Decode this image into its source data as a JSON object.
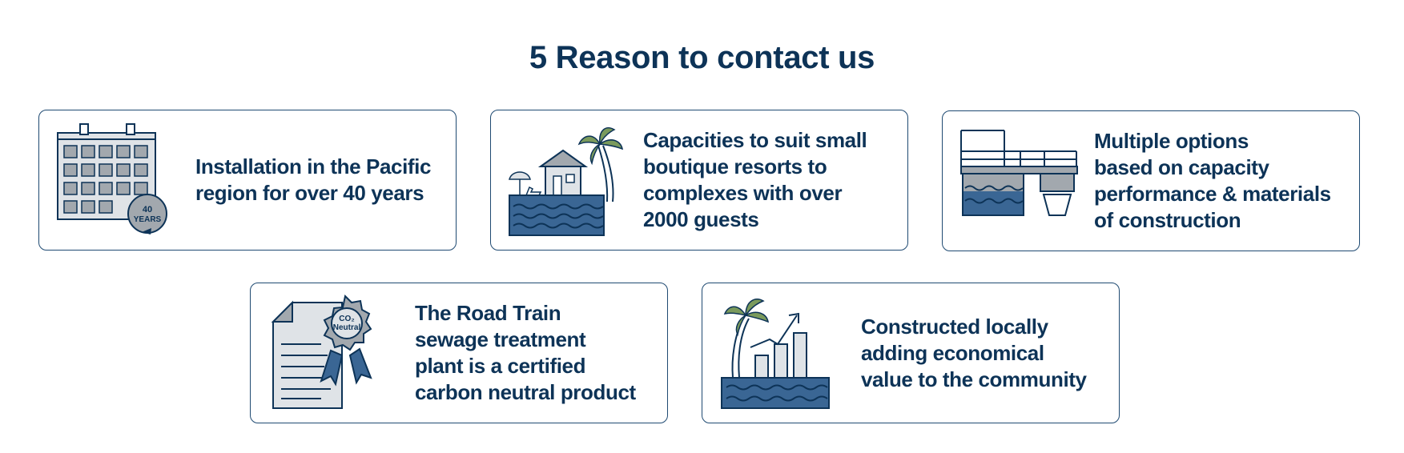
{
  "heading": "5 Reason to contact us",
  "colors": {
    "navy": "#0d3357",
    "blue": "#3a6694",
    "grey": "#a2a8ae",
    "light_grey": "#dfe3e7",
    "green": "#7a9a5c"
  },
  "cards": [
    {
      "icon": "calendar-40-years-icon",
      "text": "Installation in the Pacific\nregion for over 40 years",
      "badge_number": "40",
      "badge_label": "YEARS"
    },
    {
      "icon": "resort-house-icon",
      "text": "Capacities to suit small\nboutique resorts to\ncomplexes with over\n2000 guests"
    },
    {
      "icon": "treatment-plant-icon",
      "text": "Multiple options\nbased on capacity\nperformance & materials\nof construction"
    },
    {
      "icon": "co2-neutral-certificate-icon",
      "text": "The Road Train\nsewage treatment\nplant is a certified\ncarbon neutral product",
      "seal_line1": "CO₂",
      "seal_line2": "Neutral"
    },
    {
      "icon": "local-growth-chart-icon",
      "text": "Constructed locally\nadding economical\nvalue to the community"
    }
  ]
}
